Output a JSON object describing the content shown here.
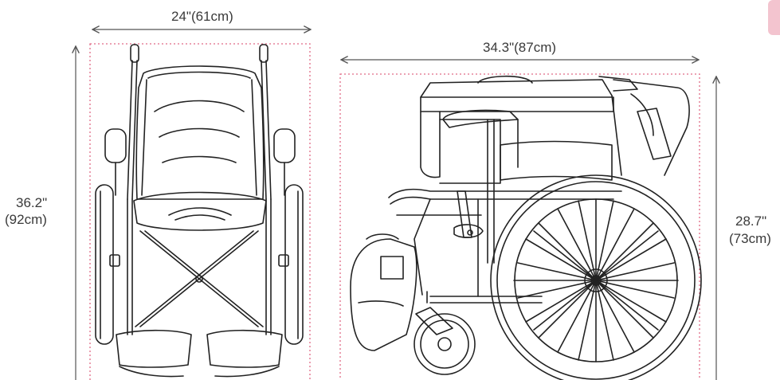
{
  "front_view": {
    "width_label": "24\"(61cm)",
    "height_line1": "36.2\"",
    "height_line2": "(92cm)"
  },
  "side_view": {
    "length_label": "34.3\"(87cm)",
    "height_line1": "28.7\"",
    "height_line2": "(73cm)"
  },
  "colors": {
    "guide": "#e06a86",
    "arrow": "#555555",
    "line": "#222222",
    "accent_tab": "#f3c4cf"
  }
}
